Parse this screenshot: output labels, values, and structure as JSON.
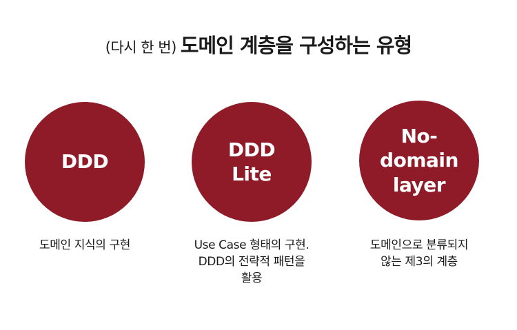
{
  "title": {
    "sub": "(다시 한 번)",
    "main": "도메인 계층을 구성하는 유형"
  },
  "colors": {
    "circle": "#8e1b27",
    "circle_text": "#ffffff",
    "text": "#1a1a1a",
    "background": "#ffffff"
  },
  "types": [
    {
      "label": "DDD",
      "description": "도메인 지식의 구현"
    },
    {
      "label": "DDD\nLite",
      "description": "Use Case 형태의 구현.\nDDD의 전략적 패턴을\n활용"
    },
    {
      "label": "No-\ndomain\nlayer",
      "description": "도메인으로 분류되지\n않는 제3의 계층"
    }
  ]
}
